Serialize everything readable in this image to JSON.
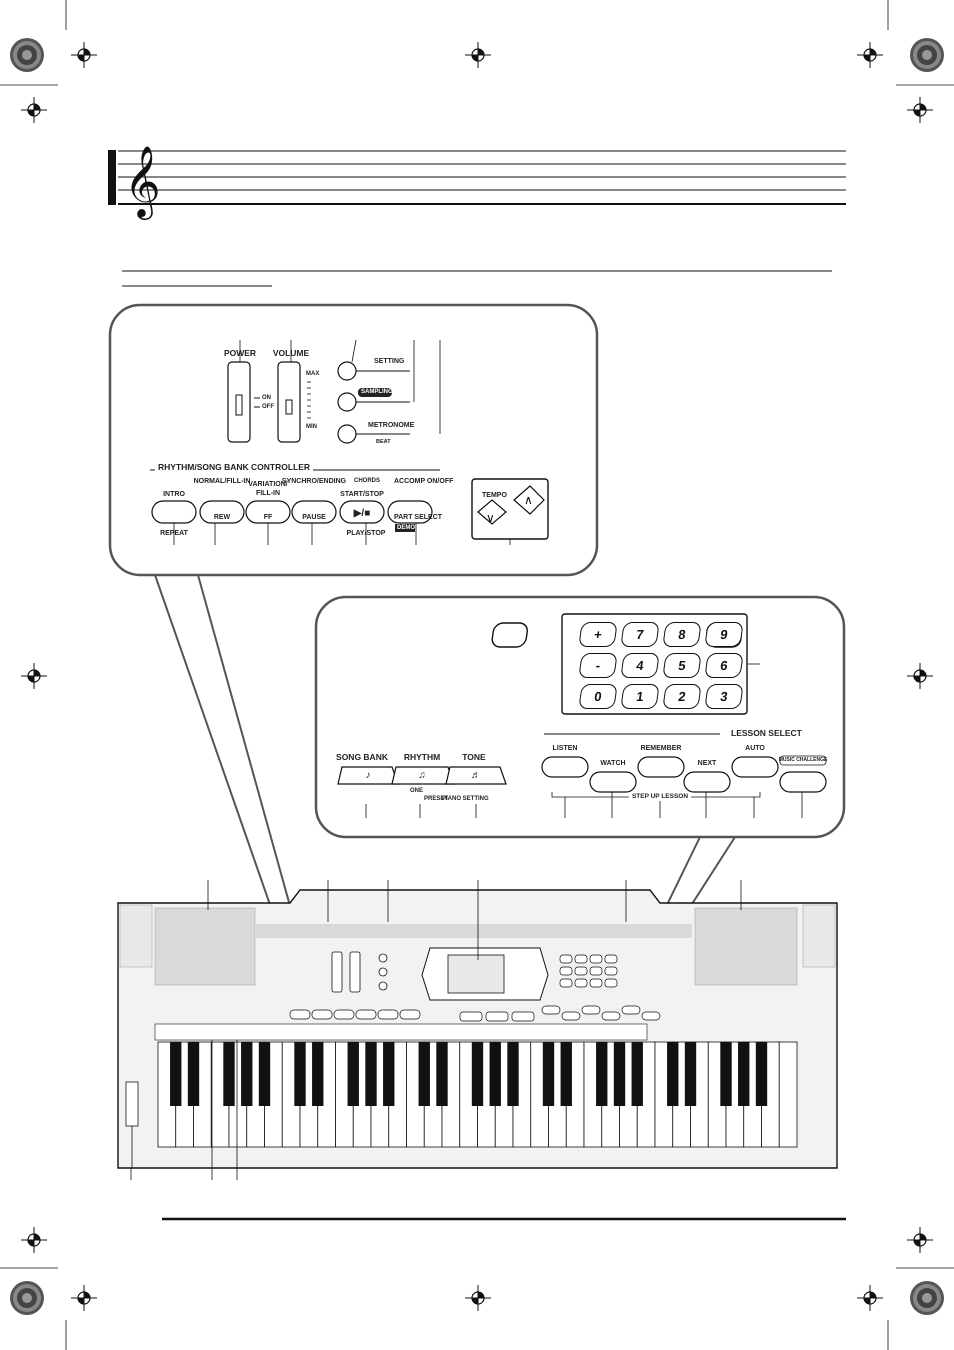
{
  "panel_top": {
    "power_label": "POWER",
    "power_on": "ON",
    "power_off": "OFF",
    "volume_label": "VOLUME",
    "volume_max": "MAX",
    "volume_min": "MIN",
    "setting_label": "SETTING",
    "sampling_label": "SAMPLING",
    "metronome_label": "METRONOME",
    "beat_label": "BEAT",
    "controller_title": "RHYTHM/SONG BANK CONTROLLER",
    "intro_label": "INTRO",
    "repeat_label": "REPEAT",
    "normal_fillin_label": "NORMAL/FILL-IN",
    "rew_label": "REW",
    "variation_fillin_label_1": "VARIATION/",
    "variation_fillin_label_2": "FILL-IN",
    "ff_label": "FF",
    "synchro_label": "SYNCHRO/ENDING",
    "pause_label": "PAUSE",
    "start_stop_label": "START/STOP",
    "play_stop_label": "PLAY/STOP",
    "chords_label": "CHORDS",
    "accomp_label": "ACCOMP ON/OFF",
    "part_select_label": "PART SELECT",
    "demo_label": "DEMO",
    "tempo_label": "TEMPO"
  },
  "panel_bottom": {
    "numpad_keys": [
      "+",
      "7",
      "8",
      "9",
      "-",
      "4",
      "5",
      "6",
      "0",
      "1",
      "2",
      "3"
    ],
    "song_bank_label": "SONG BANK",
    "rhythm_label": "RHYTHM",
    "tone_label": "TONE",
    "one_touch_label": "ONE",
    "preset_label": "PRESET",
    "piano_setting_label": "PIANO SETTING",
    "lesson_select_title": "LESSON SELECT",
    "listen_label": "LISTEN",
    "watch_label": "WATCH",
    "remember_label": "REMEMBER",
    "next_label": "NEXT",
    "auto_label": "AUTO",
    "music_challenge_label": "MUSIC CHALLENGE",
    "step_up_label": "STEP UP LESSON"
  },
  "colors": {
    "line": "#1a1a1a",
    "panel_fill": "#ffffff",
    "speaker_fill": "#d9d9d9",
    "keyboard_body": "#f2f2f2",
    "black_key": "#111111",
    "sampling_badge": "#222222"
  }
}
